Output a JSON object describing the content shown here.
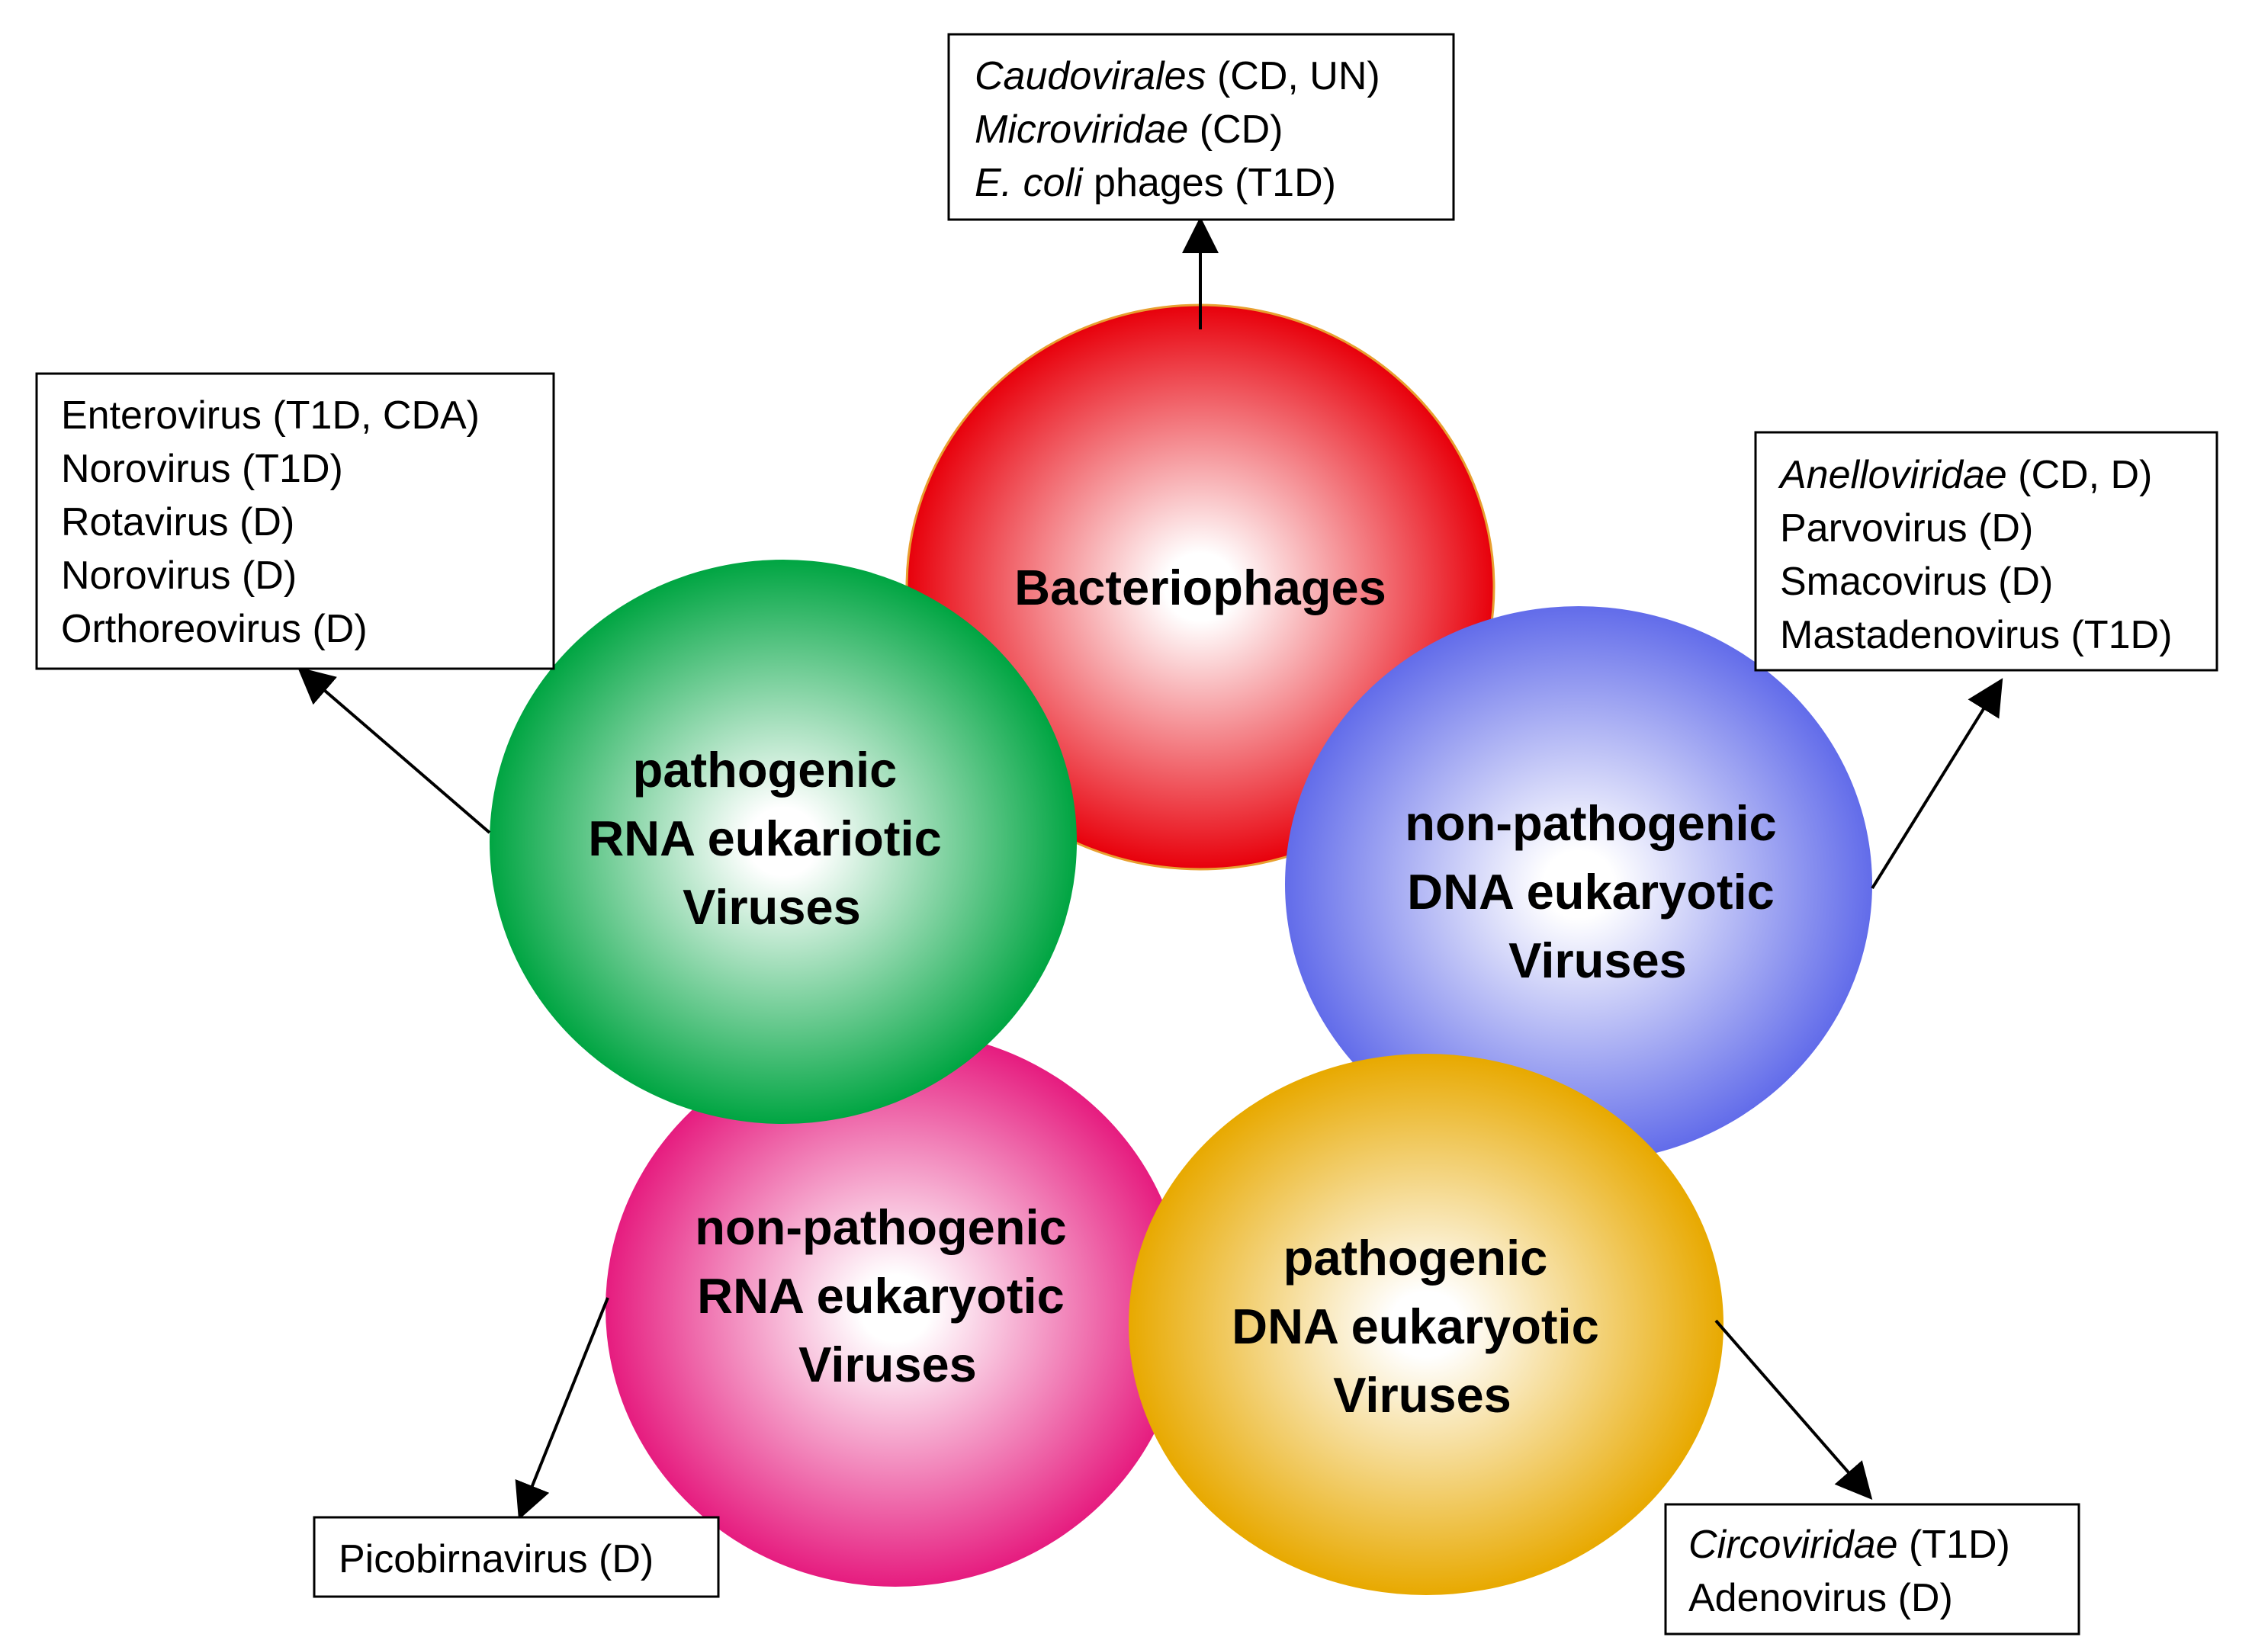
{
  "colors": {
    "bacteriophages": "#e8000b",
    "pathogenic_rna": "#00a542",
    "non_pathogenic_dna": "#626cea",
    "pathogenic_dna": "#e8a900",
    "non_pathogenic_rna": "#e61c7f",
    "arrow": "#000000",
    "box_border": "#000000"
  },
  "circles": {
    "bacteriophages": {
      "lines": [
        "Bacteriophages"
      ]
    },
    "pathogenic_rna": {
      "lines": [
        "pathogenic",
        "RNA eukariotic",
        "Viruses"
      ]
    },
    "non_pathogenic_dna": {
      "lines": [
        "non-pathogenic",
        "DNA eukaryotic",
        "Viruses"
      ]
    },
    "pathogenic_dna": {
      "lines": [
        "pathogenic",
        "DNA eukaryotic",
        "Viruses"
      ]
    },
    "non_pathogenic_rna": {
      "lines": [
        "non-pathogenic",
        "RNA eukaryotic",
        "Viruses"
      ]
    }
  },
  "boxes": {
    "bacteriophages": {
      "lines": [
        {
          "name": "Caudovirales",
          "note": " (CD, UN)"
        },
        {
          "name": "Microviridae",
          "note": " (CD)"
        },
        {
          "name": "E. coli",
          "note": " phages (T1D)"
        }
      ]
    },
    "pathogenic_rna": {
      "lines": [
        {
          "name": "Enterovirus (T1D, CDA)"
        },
        {
          "name": "Norovirus (T1D)"
        },
        {
          "name": "Rotavirus (D)"
        },
        {
          "name": "Norovirus (D)"
        },
        {
          "name": "Orthoreovirus (D)"
        }
      ]
    },
    "non_pathogenic_dna": {
      "lines": [
        {
          "name": "Anelloviridae",
          "note": " (CD, D)"
        },
        {
          "name": "Parvovirus (D)"
        },
        {
          "name": "Smacovirus (D)"
        },
        {
          "name": "Mastadenovirus (T1D)"
        }
      ]
    },
    "non_pathogenic_rna": {
      "lines": [
        {
          "name": "Picobirnavirus (D)"
        }
      ]
    },
    "pathogenic_dna": {
      "lines": [
        {
          "name": "Circoviridae",
          "note": " (T1D)"
        },
        {
          "name": "Adenovirus (D)"
        }
      ]
    }
  }
}
